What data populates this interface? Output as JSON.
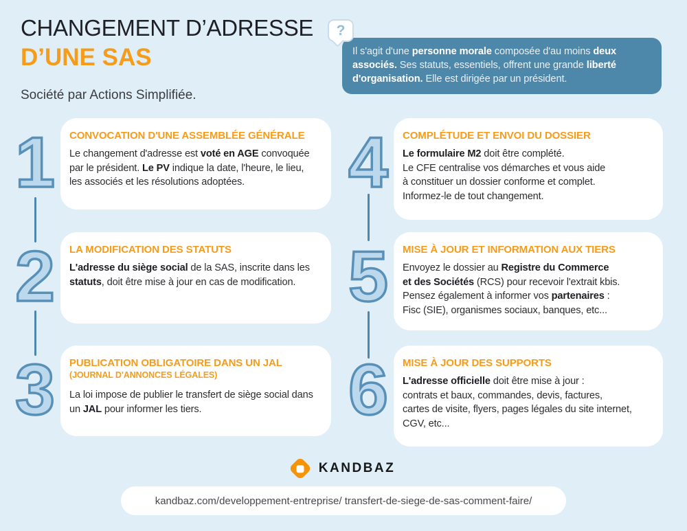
{
  "header": {
    "title_line1": "CHANGEMENT D’ADRESSE",
    "title_line2": "D’UNE SAS",
    "subtitle": "Société par Actions Simplifiée."
  },
  "info_box": {
    "icon_glyph": "?",
    "segments": [
      {
        "t": "Il s'agit d'une ",
        "b": false
      },
      {
        "t": "personne morale",
        "b": true
      },
      {
        "t": " composée d'au moins ",
        "b": false
      },
      {
        "t": "deux\nassociés.",
        "b": true
      },
      {
        "t": " Ses statuts, essentiels, offrent une grande ",
        "b": false
      },
      {
        "t": "liberté\nd'organisation.",
        "b": true
      },
      {
        "t": " Elle est dirigée par un président.",
        "b": false
      }
    ]
  },
  "steps": [
    {
      "number": "1",
      "title": "CONVOCATION D'UNE ASSEMBLÉE GÉNÉRALE",
      "body": [
        {
          "t": "Le changement d'adresse est ",
          "b": false
        },
        {
          "t": "voté en AGE",
          "b": true
        },
        {
          "t": " convoquée\npar le président. ",
          "b": false
        },
        {
          "t": "Le PV",
          "b": true
        },
        {
          "t": " indique la date, l'heure, le lieu,\nles associés et les résolutions adoptées.",
          "b": false
        }
      ]
    },
    {
      "number": "2",
      "title": "LA MODIFICATION DES STATUTS",
      "body": [
        {
          "t": "L'adresse du siège social",
          "b": true
        },
        {
          "t": " de la SAS, inscrite dans les\n",
          "b": false
        },
        {
          "t": "statuts",
          "b": true
        },
        {
          "t": ", doit être mise à jour en cas de modification.",
          "b": false
        }
      ]
    },
    {
      "number": "3",
      "title": "PUBLICATION OBLIGATOIRE DANS UN JAL",
      "subtitle": "(JOURNAL D'ANNONCES LÉGALES)",
      "body": [
        {
          "t": "La loi impose de publier le transfert de siège social dans\nun ",
          "b": false
        },
        {
          "t": "JAL",
          "b": true
        },
        {
          "t": " pour informer les tiers.",
          "b": false
        }
      ]
    },
    {
      "number": "4",
      "title": "COMPLÉTUDE ET ENVOI DU DOSSIER",
      "body": [
        {
          "t": "Le formulaire M2",
          "b": true
        },
        {
          "t": " doit être complété.\nLe CFE centralise vos démarches et vous aide\nà constituer un dossier conforme et complet.\nInformez-le de tout changement.",
          "b": false
        }
      ]
    },
    {
      "number": "5",
      "title": "MISE À JOUR ET INFORMATION AUX TIERS",
      "body": [
        {
          "t": "Envoyez le dossier au ",
          "b": false
        },
        {
          "t": "Registre du Commerce\net des Sociétés",
          "b": true
        },
        {
          "t": " (RCS) pour recevoir l'extrait kbis.\nPensez également à informer vos ",
          "b": false
        },
        {
          "t": "partenaires",
          "b": true
        },
        {
          "t": " :\nFisc (SIE), organismes sociaux, banques, etc...",
          "b": false
        }
      ]
    },
    {
      "number": "6",
      "title": "MISE À JOUR DES SUPPORTS",
      "body": [
        {
          "t": "L'adresse officielle",
          "b": true
        },
        {
          "t": " doit être mise à jour :\ncontrats et baux, commandes, devis, factures,\ncartes de visite, flyers, pages légales du site internet,\nCGV, etc...",
          "b": false
        }
      ]
    }
  ],
  "footer": {
    "brand": "KANDBAZ",
    "url": "kandbaz.com/developpement-entreprise/ transfert-de-siege-de-sas-comment-faire/"
  },
  "colors": {
    "background": "#e0eef8",
    "accent_orange": "#f59c1b",
    "info_box_blue": "#4d87aa",
    "step_number_fill": "#bcd8ec",
    "step_number_stroke": "#5890b8",
    "card_white": "#ffffff"
  }
}
